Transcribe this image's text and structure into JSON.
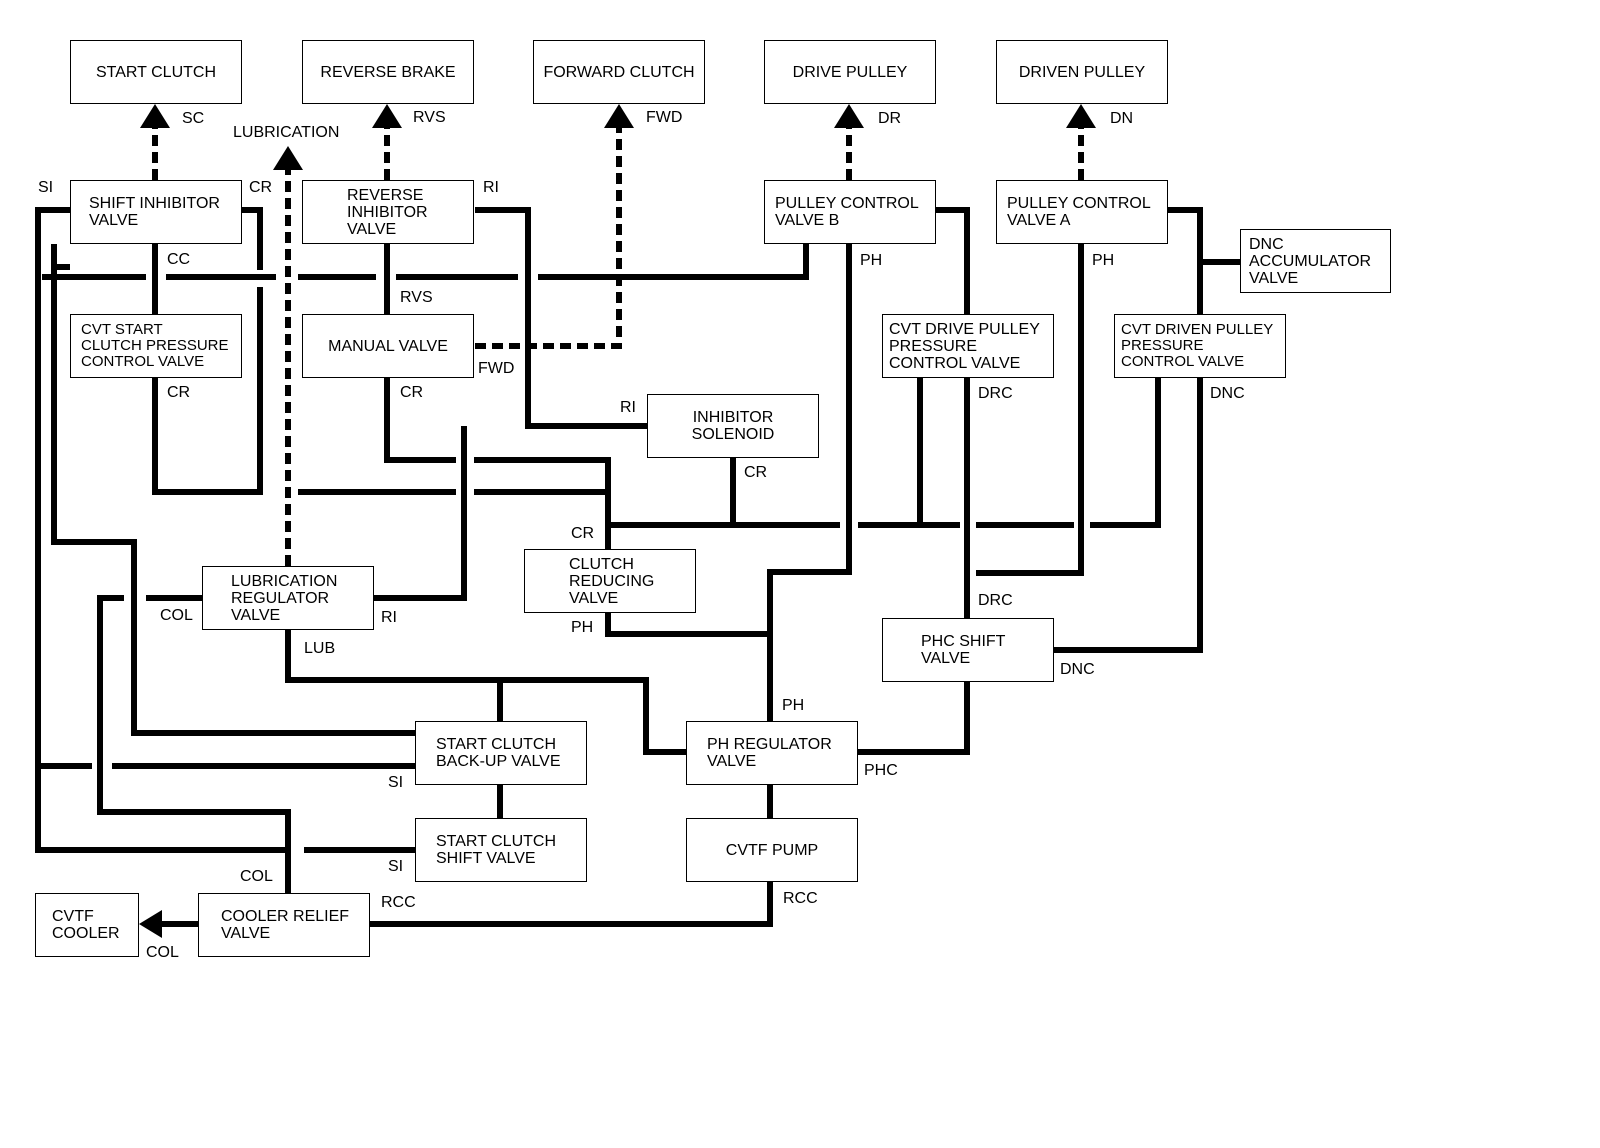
{
  "colors": {
    "line": "#000000",
    "background": "#ffffff"
  },
  "components": {
    "start_clutch": "START CLUTCH",
    "reverse_brake": "REVERSE BRAKE",
    "forward_clutch": "FORWARD CLUTCH",
    "drive_pulley": "DRIVE PULLEY",
    "driven_pulley": "DRIVEN PULLEY",
    "shift_inhibitor_valve": "SHIFT INHIBITOR\nVALVE",
    "reverse_inhibitor_valve": "REVERSE\nINHIBITOR\nVALVE",
    "pulley_control_valve_b": "PULLEY CONTROL\nVALVE B",
    "pulley_control_valve_a": "PULLEY CONTROL\nVALVE A",
    "dnc_accumulator_valve": "DNC\nACCUMULATOR\nVALVE",
    "cvt_start_clutch_pressure_control_valve": "CVT START\nCLUTCH PRESSURE\nCONTROL VALVE",
    "manual_valve": "MANUAL VALVE",
    "cvt_drive_pulley_pressure_control_valve": "CVT DRIVE PULLEY\nPRESSURE\nCONTROL VALVE",
    "cvt_driven_pulley_pressure_control_valve": "CVT DRIVEN PULLEY\nPRESSURE\nCONTROL VALVE",
    "inhibitor_solenoid": "INHIBITOR\nSOLENOID",
    "clutch_reducing_valve": "CLUTCH\nREDUCING\nVALVE",
    "lubrication_regulator_valve": "LUBRICATION\nREGULATOR\nVALVE",
    "phc_shift_valve": "PHC SHIFT\nVALVE",
    "start_clutch_backup_valve": "START CLUTCH\nBACK-UP VALVE",
    "ph_regulator_valve": "PH REGULATOR\nVALVE",
    "start_clutch_shift_valve": "START CLUTCH\nSHIFT VALVE",
    "cvtf_pump": "CVTF PUMP",
    "cvtf_cooler": "CVTF\nCOOLER",
    "cooler_relief_valve": "COOLER RELIEF\nVALVE"
  },
  "labels": {
    "sc": "SC",
    "rvs_top": "RVS",
    "fwd_top": "FWD",
    "dr": "DR",
    "dn": "DN",
    "lubrication": "LUBRICATION",
    "si_top": "SI",
    "cr_shift": "CR",
    "ri_rev": "RI",
    "cc": "CC",
    "ph_b": "PH",
    "ph_a": "PH",
    "rvs_mid": "RVS",
    "fwd_manual": "FWD",
    "cr_cvt": "CR",
    "cr_manual": "CR",
    "ri_solenoid": "RI",
    "drc_top": "DRC",
    "dnc_top": "DNC",
    "cr_solenoid": "CR",
    "cr_clutch": "CR",
    "ph_clutch": "PH",
    "col_lub": "COL",
    "ri_lub": "RI",
    "lub": "LUB",
    "drc_phc": "DRC",
    "dnc_phc": "DNC",
    "ph_reg": "PH",
    "phc": "PHC",
    "si_backup": "SI",
    "si_shift": "SI",
    "col_relief": "COL",
    "rcc_relief": "RCC",
    "rcc_pump": "RCC",
    "col_cooler": "COL"
  }
}
